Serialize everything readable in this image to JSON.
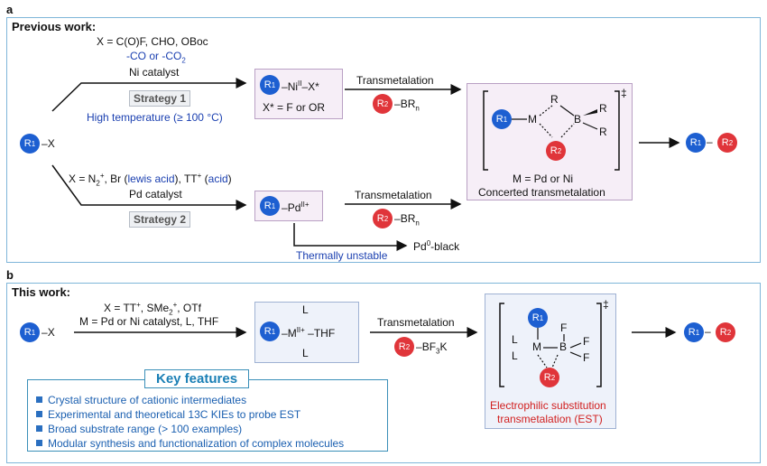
{
  "panel_a": {
    "letter": "a",
    "header": "Previous work:",
    "reagent_top": {
      "x_def": "X = C(O)F, CHO, OBoc",
      "co": "-CO or -CO",
      "co_sub": "2",
      "catalyst": "Ni catalyst",
      "strategy": "Strategy 1",
      "condition": "High temperature (≥ 100 °C)"
    },
    "substrate": {
      "r": "R",
      "r_sup": "1",
      "x": "X"
    },
    "ni_intermediate": {
      "r": "R",
      "r_sup": "1",
      "metal": "Ni",
      "metal_sup": "II",
      "x": "X*",
      "xstar_def": "X* = F or OR"
    },
    "transmet_top": {
      "label": "Transmetalation",
      "r": "R",
      "r_sup": "2",
      "reagent": "BR",
      "reagent_sub": "n"
    },
    "ts": {
      "m": "M",
      "b": "B",
      "r_top": "R",
      "r_a": "R",
      "r_b": "R",
      "r1": "R",
      "r1_sup": "1",
      "r2": "R",
      "r2_sup": "2",
      "dagger": "‡",
      "metal_def": "M = Pd or Ni",
      "caption": "Concerted transmetalation"
    },
    "product": {
      "r1": "R",
      "r1_sup": "1",
      "r2": "R",
      "r2_sup": "2"
    },
    "reagent_bottom": {
      "x_def_1": "X = N",
      "x_def_sub": "2",
      "x_def_2": ", Br (",
      "lewis": "lewis acid",
      "x_def_3": "), TT",
      "x_def_4": " (",
      "acid": "acid",
      "x_def_5": ")",
      "catalyst": "Pd catalyst",
      "strategy": "Strategy 2"
    },
    "pd_intermediate": {
      "r": "R",
      "r_sup": "1",
      "metal": "Pd",
      "metal_sup": "II+"
    },
    "transmet_bottom": {
      "label": "Transmetalation",
      "r": "R",
      "r_sup": "2",
      "reagent": "BR",
      "reagent_sub": "n"
    },
    "decomposition": {
      "label": "Thermally unstable",
      "product": "Pd",
      "product_sup": "0",
      "product_suffix": "-black"
    }
  },
  "panel_b": {
    "letter": "b",
    "header": "This work:",
    "substrate": {
      "r": "R",
      "r_sup": "1",
      "x": "X"
    },
    "reagent": {
      "x_def_1": "X = TT",
      "x_def_2": ", SMe",
      "x_def_sub": "2",
      "x_def_3": ", OTf",
      "line2": "M = Pd or Ni catalyst, L, THF"
    },
    "intermediate": {
      "r": "R",
      "r_sup": "1",
      "metal": "M",
      "metal_sup": "II+",
      "l_top": "L",
      "l_bottom": "L",
      "thf": "THF"
    },
    "transmet": {
      "label": "Transmetalation",
      "r": "R",
      "r_sup": "2",
      "reagent": "BF",
      "reagent_sub": "3",
      "reagent_suffix": "K"
    },
    "ts": {
      "m": "M",
      "b": "B",
      "l1": "L",
      "l2": "L",
      "f1": "F",
      "f2": "F",
      "f3": "F",
      "r1": "R",
      "r1_sup": "1",
      "r2": "R",
      "r2_sup": "2",
      "dagger": "‡",
      "caption_1": "Electrophilic substitution",
      "caption_2": "transmetalation (EST)"
    },
    "product": {
      "r1": "R",
      "r1_sup": "1",
      "r2": "R",
      "r2_sup": "2"
    },
    "key_features": {
      "title": "Key features",
      "items": [
        "Crystal structure of cationic intermediates",
        "Experimental and theoretical 13C KIEs to probe EST",
        "Broad substrate range (> 100 examples)",
        "Modular synthesis and functionalization of complex molecules"
      ]
    }
  },
  "colors": {
    "r1": "#1d5fd1",
    "r2": "#e0353a",
    "accent_blue": "#1a3fb0",
    "accent_red": "#d11f1f"
  }
}
